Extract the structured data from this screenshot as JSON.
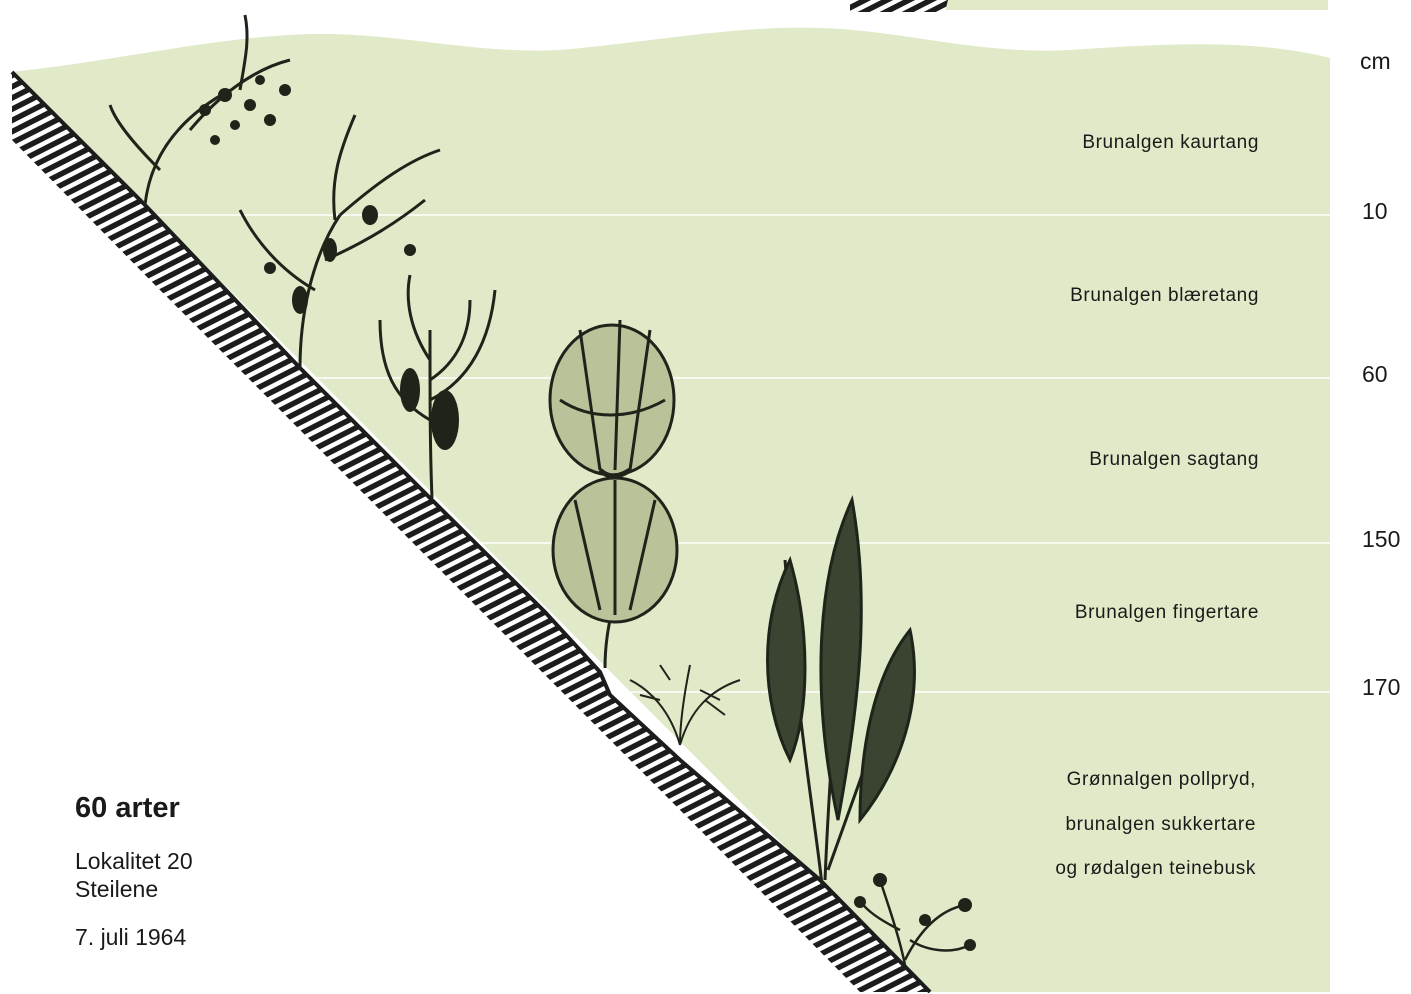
{
  "colors": {
    "water": "#e1eac8",
    "rock_hatch": "#1c1c1c",
    "depth_line": "#ffffff",
    "plant_dark": "#1e241a"
  },
  "depth_scale": {
    "unit": "cm",
    "marks": [
      "10",
      "60",
      "150",
      "170"
    ]
  },
  "zones": [
    {
      "label": "Brunalgen kaurtang"
    },
    {
      "label": "Brunalgen blæretang"
    },
    {
      "label": "Brunalgen sagtang"
    },
    {
      "label": "Brunalgen fingertare"
    },
    {
      "label_lines": [
        "Grønnalgen pollpryd,",
        "brunalgen sukkertare",
        "og rødalgen teinebusk"
      ]
    }
  ],
  "info": {
    "title": "60 arter",
    "locality": "Lokalitet 20",
    "place": "Steilene",
    "date": "7. juli 1964"
  }
}
